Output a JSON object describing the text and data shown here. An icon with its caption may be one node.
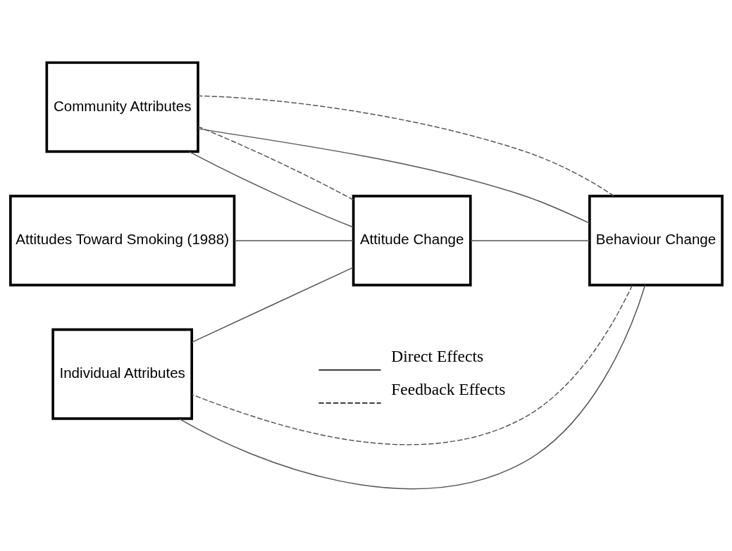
{
  "diagram": {
    "nodes": [
      {
        "text": [
          "Individual Attributes"
        ]
      },
      {
        "text": [
          "Attitudes Toward Smoking (1988)"
        ]
      },
      {
        "text": [
          "Attitude Change"
        ]
      },
      {
        "text": [
          "Behaviour Change"
        ]
      },
      {
        "text": [
          "Community Attributes"
        ]
      }
    ],
    "edges": [
      {
        "from": 3,
        "to": 0,
        "arrow": "none",
        "style": "dashed"
      },
      {
        "from": 0,
        "to": 3,
        "arrow": "none"
      },
      {
        "from": 0,
        "to": 2,
        "arrow": "none"
      },
      {
        "from": 1,
        "to": 2,
        "arrow": "none"
      },
      {
        "from": 2,
        "to": 3,
        "arrow": "none"
      },
      {
        "from": 2,
        "to": 4,
        "arrow": "none",
        "style": "dashed"
      },
      {
        "from": 4,
        "to": 2,
        "arrow": "none"
      },
      {
        "from": 4,
        "to": 3,
        "arrow": "none"
      },
      {
        "from": 3,
        "to": 4,
        "arrow": "none",
        "style": "dashed"
      }
    ],
    "legend": [
      {
        "text": "Direct Effects"
      },
      {
        "text": "Feedback Effects"
      }
    ]
  }
}
